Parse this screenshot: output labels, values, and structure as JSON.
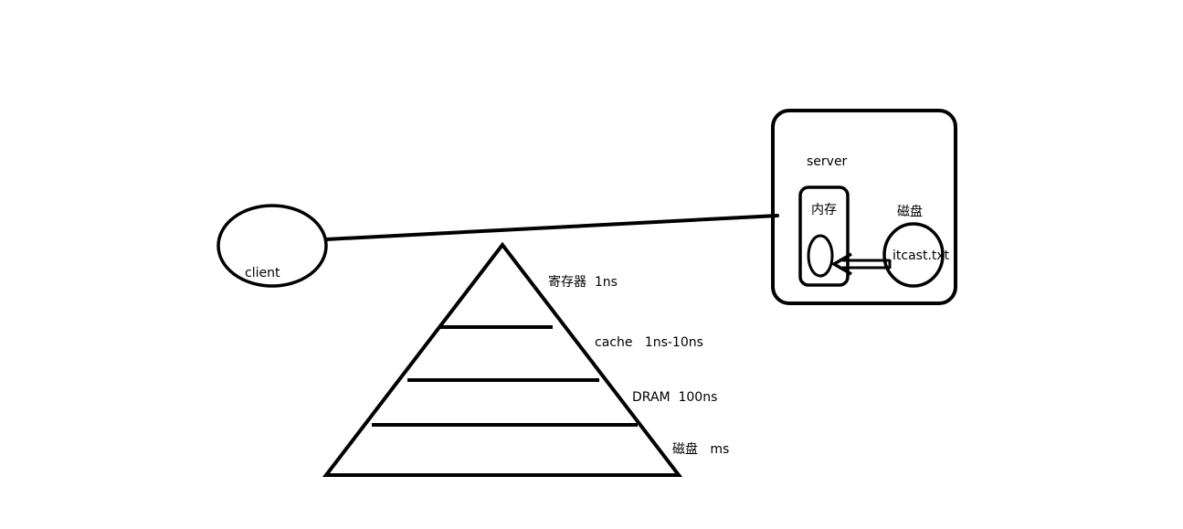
{
  "client": {
    "label": "client"
  },
  "server": {
    "label": "server",
    "memory_label": "内存",
    "disk_label": "磁盘",
    "file_label": "itcast.txt"
  },
  "hierarchy": {
    "levels": [
      {
        "label": "寄存器  1ns"
      },
      {
        "label": "cache   1ns-10ns"
      },
      {
        "label": "DRAM  100ns"
      },
      {
        "label": "磁盘   ms"
      }
    ]
  },
  "colors": {
    "stroke": "#000000",
    "background": "#ffffff"
  }
}
